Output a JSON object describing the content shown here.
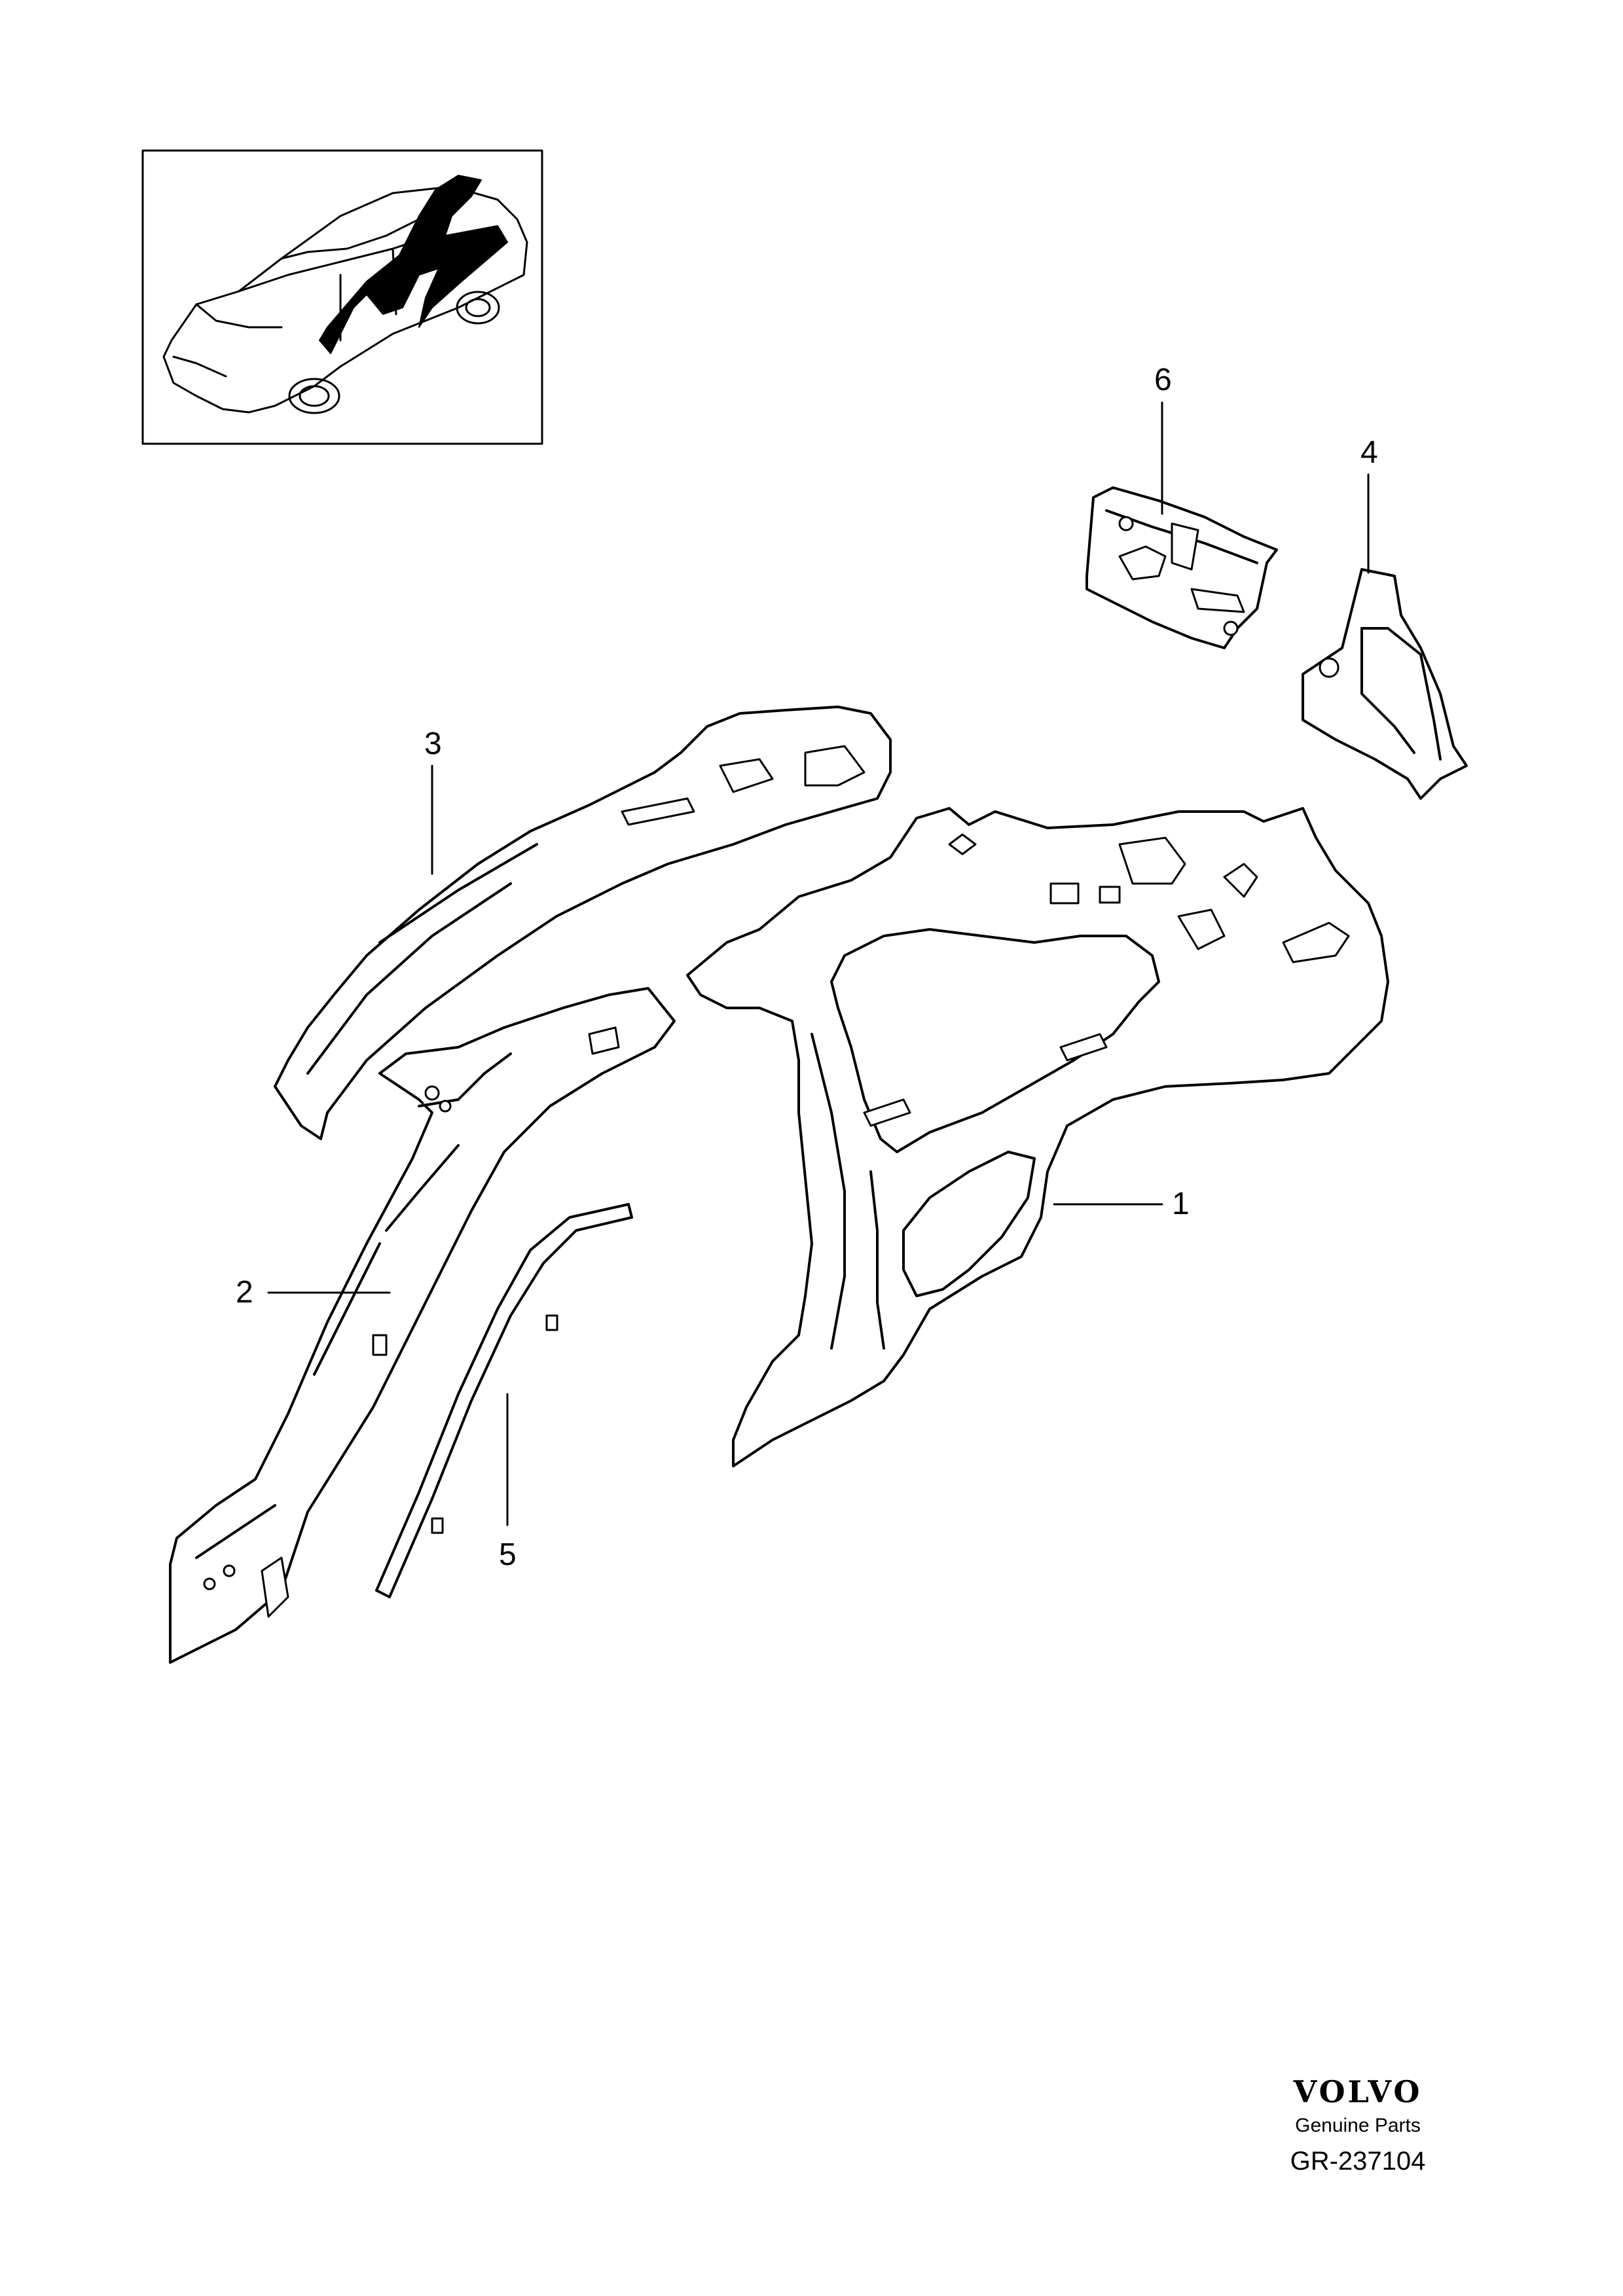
{
  "callouts": {
    "c1": "1",
    "c2": "2",
    "c3": "3",
    "c4": "4",
    "c5": "5",
    "c6": "6"
  },
  "brand": {
    "logo": "VOLVO",
    "subtitle": "Genuine Parts",
    "code": "GR-237104"
  },
  "colors": {
    "ink": "#000000",
    "paper": "#ffffff",
    "highlight": "#000000"
  }
}
